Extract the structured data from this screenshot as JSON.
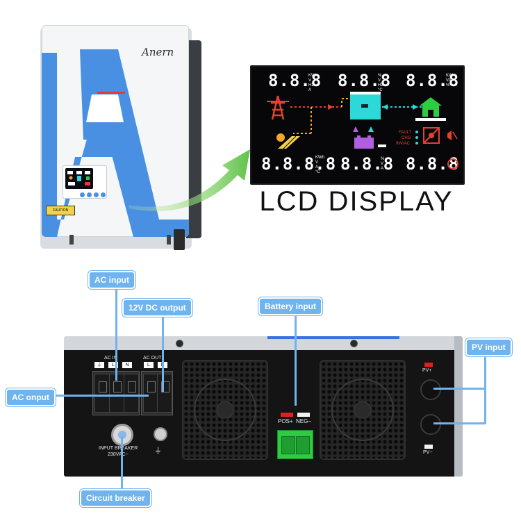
{
  "brand": {
    "logo_text": "Anern"
  },
  "inverter_front": {
    "warning_label": "CAUTION"
  },
  "lcd": {
    "title": "LCD DISPLAY",
    "readouts": {
      "top_left": {
        "digits": "8.8.8",
        "units": [
          "KW",
          "V",
          "Hz",
          "A"
        ]
      },
      "top_mid": {
        "digits": "8.8.8",
        "units": [
          "%",
          "V",
          "Hz",
          "°C"
        ]
      },
      "top_right": {
        "digits": "8.8.8",
        "units": [
          "KW",
          "VA",
          "%"
        ]
      },
      "bot_left": {
        "digits": "8.8.8.8",
        "units": [
          "KWh",
          "V",
          "A",
          "°C"
        ]
      },
      "bot_mid": {
        "digits": "8.8.8",
        "units": [
          "%",
          "V",
          "A"
        ]
      },
      "bot_right": {
        "digits": "8.8.8",
        "units": []
      }
    },
    "status_labels": [
      "FAULT",
      "CHG",
      "INV/AC"
    ]
  },
  "back_panel": {
    "ac_in_label": "AC IN",
    "ac_out_label": "AC OUT",
    "ac_in_terminals": [
      "⏚",
      "L",
      "N"
    ],
    "ac_out_terminals": [
      "L",
      "N"
    ],
    "breaker_label_1": "INPUT BREAKER",
    "breaker_label_2": "230VAC~",
    "pos_label": "POS+",
    "neg_label": "NEG−",
    "pv_pos_label": "PV+",
    "pv_neg_label": "PV−"
  },
  "callouts": {
    "ac_input": "AC input",
    "dc_output": "12V DC output",
    "battery_input": "Battery input",
    "pv_input": "PV input",
    "ac_onput": "AC onput",
    "circuit_breaker": "Circuit breaker"
  },
  "colors": {
    "callout": "#6fb3ef",
    "inverter_accent": "#4a90e2",
    "battery_terminal": "#2ecc40"
  },
  "icons": [
    "grid-tower-icon",
    "solar-panel-icon",
    "battery-icon",
    "house-icon",
    "fault-icon",
    "speaker-mute-icon",
    "arrow-icon",
    "fan-icon",
    "ground-icon"
  ]
}
